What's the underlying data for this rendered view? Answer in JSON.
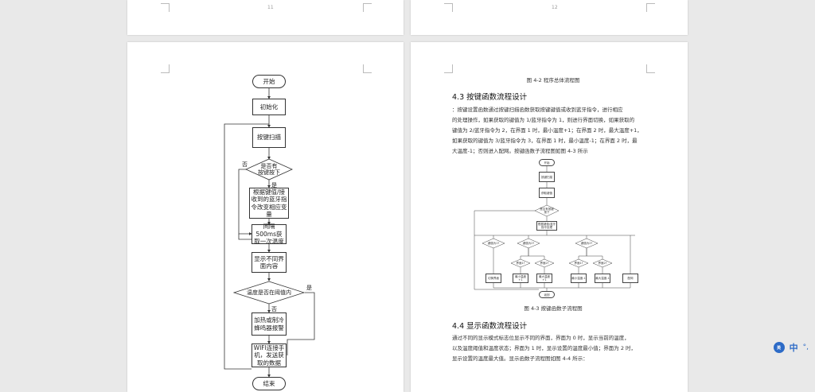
{
  "pages": {
    "top_left_number": "11",
    "top_right_number": "12"
  },
  "flowchart_left": {
    "start": "开始",
    "init": "初始化",
    "scan": "按键扫描",
    "decision_key": "是否有\n按键按下",
    "label_no": "否",
    "label_yes": "是",
    "process_key": "根据键值/接收到的蓝牙指令改变相应变量",
    "interval": "间隔500ms获取一次温度",
    "display": "显示不同界面内容",
    "decision_temp": "温度是否在阈值内",
    "label_yes2": "是",
    "label_no2": "否",
    "alarm": "加热或制冷蜂鸣器报警",
    "wifi": "WIFI连接手机，发送获取的数据",
    "end": "结束"
  },
  "right_page": {
    "fig_caption_top": "图 4-2   程序总体流程图",
    "section_43_title": "4.3  按键函数流程设计",
    "section_43_lines": [
      "    ：按键设置函数通过按键扫描函数获取按键键值或收到蓝牙指令，进行相应",
      "的处理操作，如果获取的键值为 1/蓝牙指令为 1，则进行界面切换，如果获取的",
      "键值为 2/蓝牙指令为 2，在界面 1 时，最小温度+1；在界面 2 时，最大温度+1，",
      "如果获取的键值为 3/蓝牙指令为 3，在界面 1 时，最小温度-1；在界面 2 时，最",
      "大温度-1；否则进入配网。按键函数子流程图如图 4-3 所示"
    ],
    "fig43_caption": "图 4-3   按键函数子流程图",
    "section_44_title": "4.4  显示函数流程设计",
    "section_44_lines": [
      "    通过不同的显示模式标志位显示不同的界面，界面为 0 时，显示当前的温度，",
      "以及温度阈值和温度状态；界面为 1 时，显示设置的温度最小值；界面为 2 时，",
      "显示设置的温度最大值。显示函数子流程图如图 4-4 所示："
    ]
  },
  "mini_flowchart": {
    "start": "开始",
    "n1": "按键扫描",
    "n2": "获取键值",
    "d1": "是否有按键\n按下",
    "n3": "根据键值/蓝牙\n指令处理",
    "d2": "键值为1?",
    "d3": "键值为2?",
    "d4": "界面1?",
    "d5": "界面2?",
    "d6": "界面1?",
    "d7": "界面2?",
    "b1": "切换界面",
    "b2": "最小温度+1",
    "b3": "最大温度+1",
    "b4": "最小温度-1",
    "b5": "最大温度-1",
    "b6": "配网",
    "end": "返回"
  },
  "tray": {
    "badge": "英",
    "ime": "中",
    "punct": "°,"
  }
}
